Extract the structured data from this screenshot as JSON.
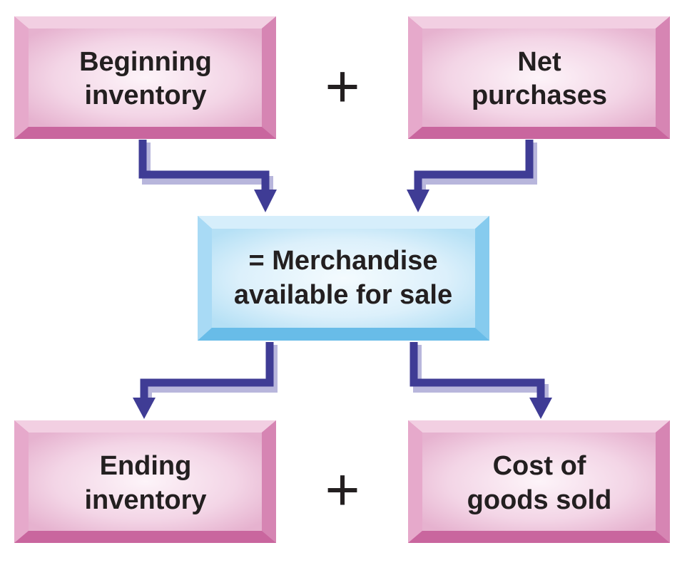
{
  "boxes": {
    "beginning_inventory": {
      "line1": "Beginning",
      "line2": "inventory"
    },
    "net_purchases": {
      "line1": "Net",
      "line2": "purchases"
    },
    "merchandise_available": {
      "line1": "= Merchandise",
      "line2": "available for sale"
    },
    "ending_inventory": {
      "line1": "Ending",
      "line2": "inventory"
    },
    "cost_of_goods_sold": {
      "line1": "Cost of",
      "line2": "goods sold"
    }
  },
  "operators": {
    "top_plus": "+",
    "bottom_plus": "+"
  },
  "colors": {
    "pink_box_top": "#ecc3da",
    "pink_box_center": "#fbeef5",
    "pink_box_edge": "#d27aaa",
    "blue_box_top": "#cfe9f8",
    "blue_box_center": "#eef8fd",
    "blue_box_edge": "#7ac6ec",
    "arrow": "#3f3c95",
    "arrow_shadow": "#b8b6dc",
    "text": "#231f20"
  }
}
